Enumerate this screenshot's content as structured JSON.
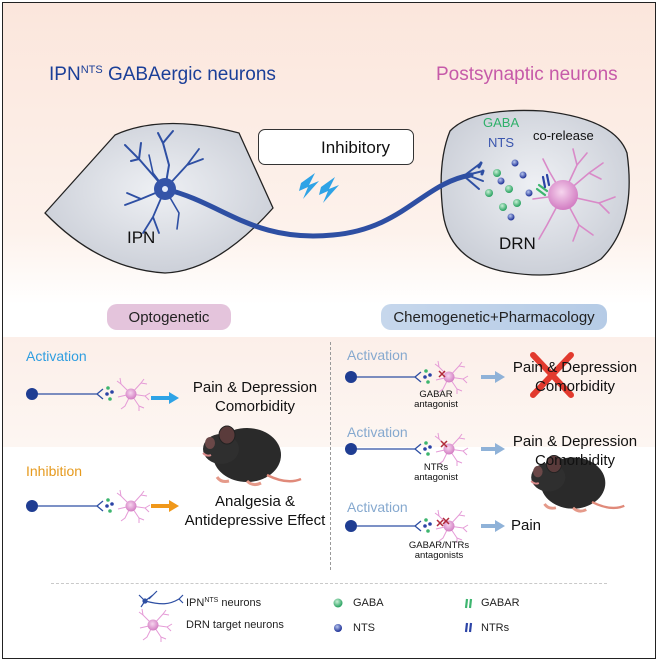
{
  "header": {
    "left_title_main": "IPN",
    "left_title_sup": "NTS",
    "left_title_rest": " GABAergic neurons",
    "right_title": "Postsynaptic neurons",
    "inhibitory_label": "Inhibitory",
    "ipn_label": "IPN",
    "drn_label": "DRN",
    "gaba_label": "GABA",
    "nts_label": "NTS",
    "corelease_label": "co-release"
  },
  "optogenetic": {
    "pill_label": "Optogenetic",
    "activation_label": "Activation",
    "activation_effect_line1": "Pain & Depression",
    "activation_effect_line2": "Comorbidity",
    "inhibition_label": "Inhibition",
    "inhibition_effect_line1": "Analgesia &",
    "inhibition_effect_line2": "Antidepressive Effect"
  },
  "chemogenetic": {
    "pill_label": "Chemogenetic+Pharmacology",
    "rows": [
      {
        "activation_label": "Activation",
        "drug_line1": "GABAR",
        "drug_line2": "antagonist",
        "effect_line1": "Pain & Depression",
        "effect_line2": "Comorbidity"
      },
      {
        "activation_label": "Activation",
        "drug_line1": "NTRs",
        "drug_line2": "antagonist",
        "effect_line1": "Pain & Depression",
        "effect_line2": "Comorbidity"
      },
      {
        "activation_label": "Activation",
        "drug_line1": "GABAR/NTRs",
        "drug_line2": "antagonists",
        "effect_line1": "Pain",
        "effect_line2": ""
      }
    ]
  },
  "legend": {
    "ipn_neurons_main": "IPN",
    "ipn_neurons_sup": "NTS",
    "ipn_neurons_rest": " neurons",
    "drn_target": "DRN target neurons",
    "gaba": "GABA",
    "nts": "NTS",
    "gabar": "GABAR",
    "ntrs": "NTRs"
  },
  "colors": {
    "ipn_blue": "#2e4fa3",
    "neuron_pink": "#d87fc6",
    "gaba_green": "#3db56f",
    "nts_blue": "#2b43a6",
    "activation_arrow": "#2ea3e6",
    "inhibition_arrow": "#f0981a",
    "cross_red": "#e23a2e"
  }
}
